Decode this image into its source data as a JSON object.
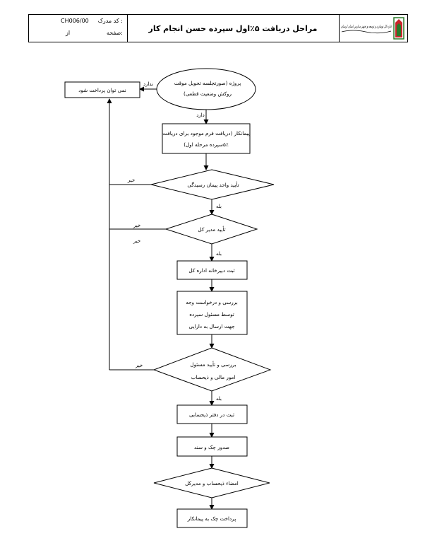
{
  "header": {
    "doc_code_label": "کد مدرک :",
    "doc_code_value": "CH006/00",
    "page_label": "صفحه:",
    "page_of": "از",
    "title": "مراحل دریافت ۵٪اول سپرده حسن انجام کار",
    "logo_text": "اداره کل نوسازی و توسعه و تجهیز مدارس استان لرستان"
  },
  "nodes": {
    "start_line1": "پروژه (صورتجلسه تحویل موقت",
    "start_line2": "روکش وضعیت قطعی)",
    "cannot_pay": "نمی توان پرداخت شود",
    "contractor_line1": "پیمانکار (دریافت فرم موجود برای دریافت",
    "contractor_line2": "۵٪سپرده مرحله اول)",
    "approve_unit": "تأیید واحد پیمان رسیدگی",
    "approve_director": "تأیید مدیر کل",
    "register_secretariat": "ثبت  دبیرخانه اداره کل",
    "review_line1": "بررسی و درخواست وجه",
    "review_line2": "توسط  مسئول سپرده",
    "review_line3": "جهت ارسال به دارایی",
    "finance_line1": "بررسی و تأیید مسئول",
    "finance_line2": "امور مالی و ذیحساب",
    "register_accounting": "ثبت  در دفتر ذیحسابی",
    "issue_check": "صدور چک و سند",
    "sign": "امضاء ذیحساب و مدیرکل",
    "pay_contractor": "پرداخت چک به پیمانکار"
  },
  "edges": {
    "nadarad": "ندارد",
    "darad": "دارد",
    "kheir1": "خیر",
    "bale1": "بله",
    "kheir2": "خیر",
    "kheir2b": "خیر",
    "bale2": "بله",
    "kheir3": "خیر",
    "bale3": "بله"
  }
}
